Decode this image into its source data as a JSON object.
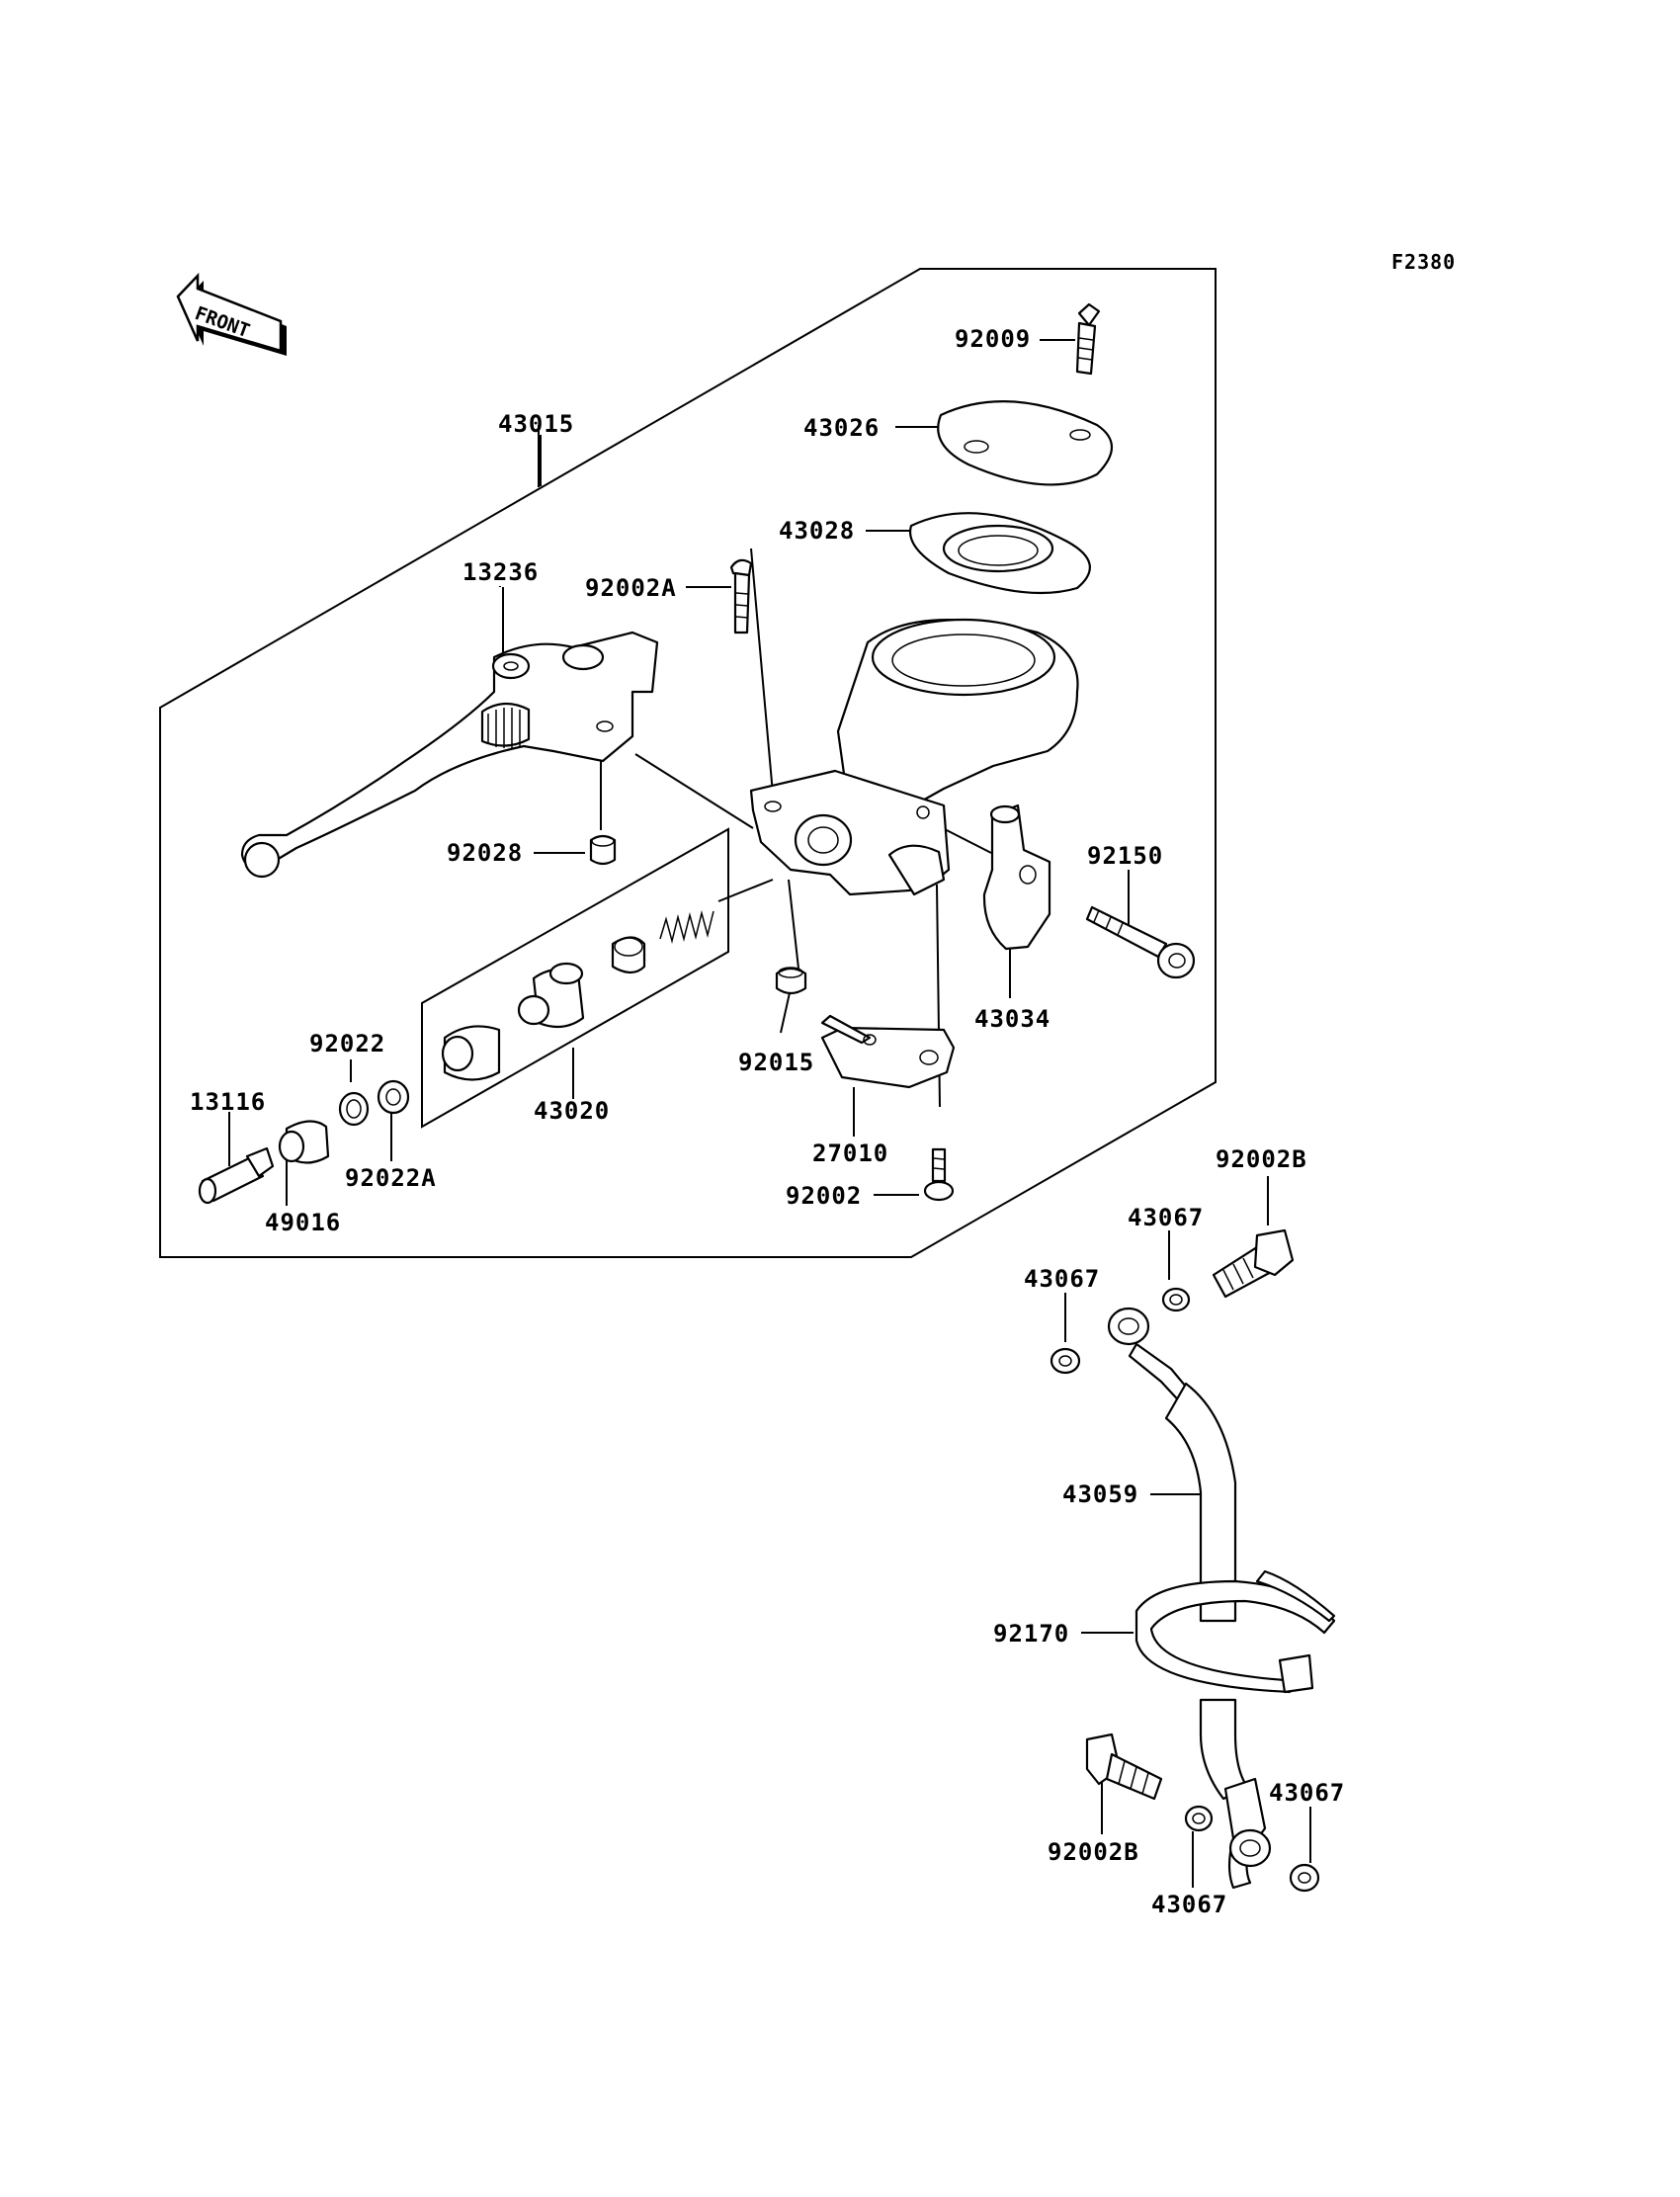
{
  "diagram": {
    "code": "F2380",
    "front_marker": "FRONT",
    "labels": {
      "p92009": "92009",
      "p43026": "43026",
      "p43028": "43028",
      "p43015": "43015",
      "p13236": "13236",
      "p92002A": "92002A",
      "p92028": "92028",
      "p92150": "92150",
      "p43034": "43034",
      "p92015": "92015",
      "p92022": "92022",
      "p13116": "13116",
      "p43020": "43020",
      "p92022A": "92022A",
      "p49016": "49016",
      "p27010": "27010",
      "p92002": "92002",
      "p92002B_top": "92002B",
      "p43067_a": "43067",
      "p43067_b": "43067",
      "p43059": "43059",
      "p92170": "92170",
      "p92002B_bottom": "92002B",
      "p43067_c": "43067",
      "p43067_d": "43067"
    }
  }
}
